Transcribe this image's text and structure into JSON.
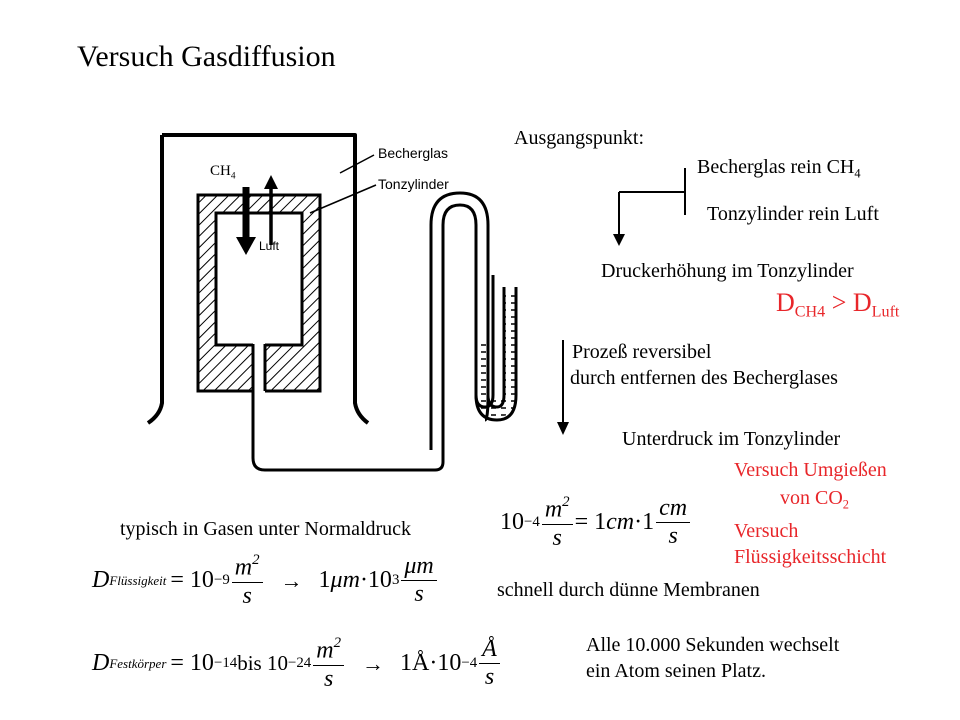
{
  "title": "Versuch Gasdiffusion",
  "apparatus": {
    "label_becherglas": "Becherglas",
    "label_tonzylinder": "Tonzylinder",
    "label_ch4": "CH",
    "label_ch4_sub": "4",
    "label_luft": "Luft"
  },
  "start": {
    "heading": "Ausgangspunkt:",
    "becherglas_pre": "Becherglas rein CH",
    "becherglas_sub": "4",
    "tonzylinder": "Tonzylinder rein Luft",
    "result": "Druckerhöhung im Tonzylinder",
    "relation_d1": "D",
    "relation_d1_sub": "CH4",
    "relation_op": " > ",
    "relation_d2": "D",
    "relation_d2_sub": "Luft"
  },
  "reversal": {
    "line1": "Prozeß reversibel",
    "line2": "durch entfernen des Becherglases",
    "result": "Unterdruck im Tonzylinder"
  },
  "experiments": {
    "umgiessen_line1": "Versuch Umgießen",
    "umgiessen_line2_pre": "von CO",
    "umgiessen_line2_sub": "2",
    "fluessig_line1": "Versuch",
    "fluessig_line2": "Flüssigkeitsschicht"
  },
  "gas": {
    "caption": "typisch in Gasen unter Normaldruck",
    "coef": "10",
    "coef_exp": "−4",
    "num": "m",
    "num_exp": "2",
    "den": "s",
    "eq": " = 1",
    "unit": "cm",
    "dot": "·1",
    "num2": "cm",
    "den2": "s"
  },
  "liquid": {
    "d": "D",
    "d_sub": "Flüssigkeit",
    "eq": "= 10",
    "exp": "−9",
    "num": "m",
    "num_exp": "2",
    "den": "s",
    "arrow": "→",
    "val": "1",
    "unit": "μm",
    "dot": "·10",
    "exp2": "3",
    "num2": "μm",
    "den2": "s",
    "note": "schnell durch dünne Membranen"
  },
  "solid": {
    "d": "D",
    "d_sub": "Festkörper",
    "eq": "= 10",
    "exp": "−14",
    "bis": " bis 10",
    "exp2": "−24",
    "num": "m",
    "num_exp": "2",
    "den": "s",
    "arrow": "→",
    "val": "1Å·10",
    "exp3": "−4",
    "num2": "Å",
    "den2": "s",
    "note_line1": "Alle 10.000 Sekunden wechselt",
    "note_line2": "ein Atom seinen Platz."
  }
}
